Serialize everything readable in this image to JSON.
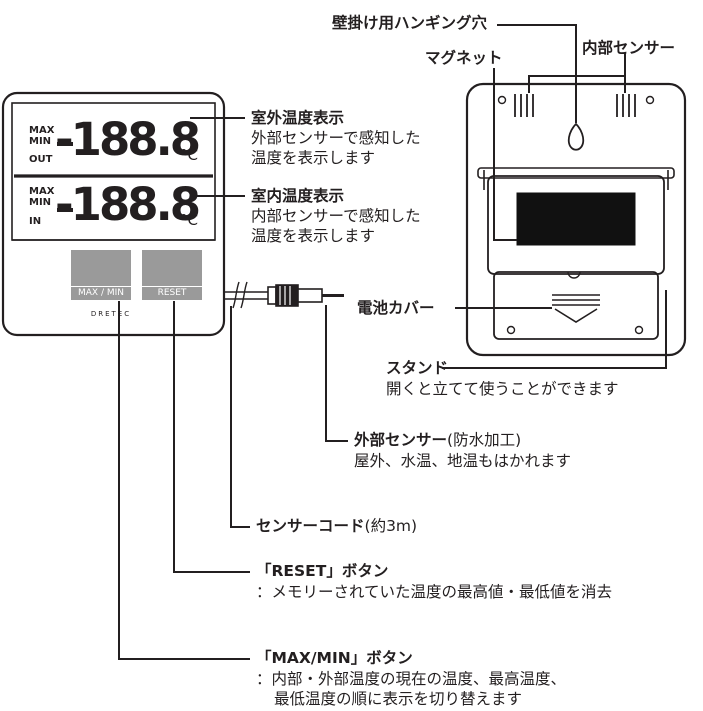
{
  "callouts": {
    "hanging_hole": "壁掛け用ハンギング穴",
    "magnet": "マグネット",
    "internal_sensor": "内部センサー",
    "outdoor_display": {
      "title": "室外温度表示",
      "line1": "外部センサーで感知した",
      "line2": "温度を表示します"
    },
    "indoor_display": {
      "title": "室内温度表示",
      "line1": "内部センサーで感知した",
      "line2": "温度を表示します"
    },
    "battery_cover": "電池カバー",
    "stand": {
      "title": "スタンド",
      "desc": "開くと立てて使うことができます"
    },
    "external_sensor": {
      "title": "外部センサー",
      "title_suffix": "(防水加工)",
      "desc": "屋外、水温、地温もはかれます"
    },
    "sensor_cord": {
      "title": "センサーコード",
      "suffix": "(約3m)"
    },
    "reset_button": {
      "title": "「RESET」ボタン",
      "desc": "：メモリーされていた温度の最高値・最低値を消去"
    },
    "maxmin_button": {
      "title": "「MAX/MIN」ボタン",
      "desc1": "：内部・外部温度の現在の温度、最高温度、",
      "desc2": "最低温度の順に表示を切り替えます"
    }
  },
  "device": {
    "row1": {
      "label_max": "MAX",
      "label_min": "MIN",
      "label_zone": "OUT",
      "value": "-188.8",
      "unit": "°C"
    },
    "row2": {
      "label_max": "MAX",
      "label_min": "MIN",
      "label_zone": "IN",
      "value": "-188.8",
      "unit": "°C"
    },
    "btn_maxmin": "MAX / MIN",
    "btn_reset": "RESET",
    "brand": "DRETEC"
  },
  "colors": {
    "ink": "#231f20",
    "button_gray": "#9a9a9a",
    "lcd_dark": "#111111"
  }
}
